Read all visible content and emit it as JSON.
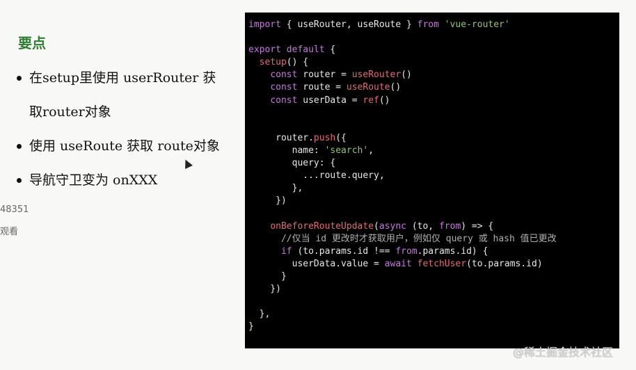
{
  "slide": {
    "title": "要点",
    "bullets": [
      "在setup里使用 userRouter 获取router对象",
      "使用 useRoute 获取 route对象",
      "导航守卫变为 onXXX"
    ],
    "side_texts": [
      "48351",
      "观看"
    ]
  },
  "code": {
    "lines": [
      [
        {
          "t": "import",
          "c": "kw"
        },
        {
          "t": " { useRouter, useRoute } "
        },
        {
          "t": "from",
          "c": "kw"
        },
        {
          "t": " "
        },
        {
          "t": "'vue-router'",
          "c": "str"
        }
      ],
      [],
      [
        {
          "t": "export",
          "c": "kw"
        },
        {
          "t": " "
        },
        {
          "t": "default",
          "c": "kw"
        },
        {
          "t": " {"
        }
      ],
      [
        {
          "t": "  "
        },
        {
          "t": "setup",
          "c": "fn"
        },
        {
          "t": "() {"
        }
      ],
      [
        {
          "t": "    "
        },
        {
          "t": "const",
          "c": "kw"
        },
        {
          "t": " router = "
        },
        {
          "t": "useRouter",
          "c": "fn"
        },
        {
          "t": "()"
        }
      ],
      [
        {
          "t": "    "
        },
        {
          "t": "const",
          "c": "kw"
        },
        {
          "t": " route = "
        },
        {
          "t": "useRoute",
          "c": "fn"
        },
        {
          "t": "()"
        }
      ],
      [
        {
          "t": "    "
        },
        {
          "t": "const",
          "c": "kw"
        },
        {
          "t": " userData = "
        },
        {
          "t": "ref",
          "c": "fn"
        },
        {
          "t": "()"
        }
      ],
      [],
      [],
      [
        {
          "t": "     router."
        },
        {
          "t": "push",
          "c": "fn"
        },
        {
          "t": "({"
        }
      ],
      [
        {
          "t": "        name: "
        },
        {
          "t": "'search'",
          "c": "str"
        },
        {
          "t": ","
        }
      ],
      [
        {
          "t": "        query: {"
        }
      ],
      [
        {
          "t": "          ...route.query,"
        }
      ],
      [
        {
          "t": "        },"
        }
      ],
      [
        {
          "t": "     })"
        }
      ],
      [],
      [
        {
          "t": "    "
        },
        {
          "t": "onBeforeRouteUpdate",
          "c": "fn"
        },
        {
          "t": "("
        },
        {
          "t": "async",
          "c": "kw"
        },
        {
          "t": " (to, "
        },
        {
          "t": "from",
          "c": "kw"
        },
        {
          "t": ") => {"
        }
      ],
      [
        {
          "t": "      //仅当 id 更改时才获取用户，例如仅 query 或 hash 值已更改",
          "c": "cm"
        }
      ],
      [
        {
          "t": "      "
        },
        {
          "t": "if",
          "c": "kw"
        },
        {
          "t": " (to.params.id !== "
        },
        {
          "t": "from",
          "c": "kw"
        },
        {
          "t": ".params.id) {"
        }
      ],
      [
        {
          "t": "        userData.value = "
        },
        {
          "t": "await",
          "c": "kw"
        },
        {
          "t": " "
        },
        {
          "t": "fetchUser",
          "c": "fn"
        },
        {
          "t": "(to.params.id)"
        }
      ],
      [
        {
          "t": "      }"
        }
      ],
      [
        {
          "t": "    })"
        }
      ],
      [],
      [
        {
          "t": "  },"
        }
      ],
      [
        {
          "t": "}"
        }
      ]
    ]
  },
  "watermark": "@稀土掘金技术社区",
  "colors": {
    "title": "#2e7d32",
    "code_background": "#000000",
    "keyword": "#c678dd",
    "function": "#e06c75",
    "string": "#98c379"
  }
}
